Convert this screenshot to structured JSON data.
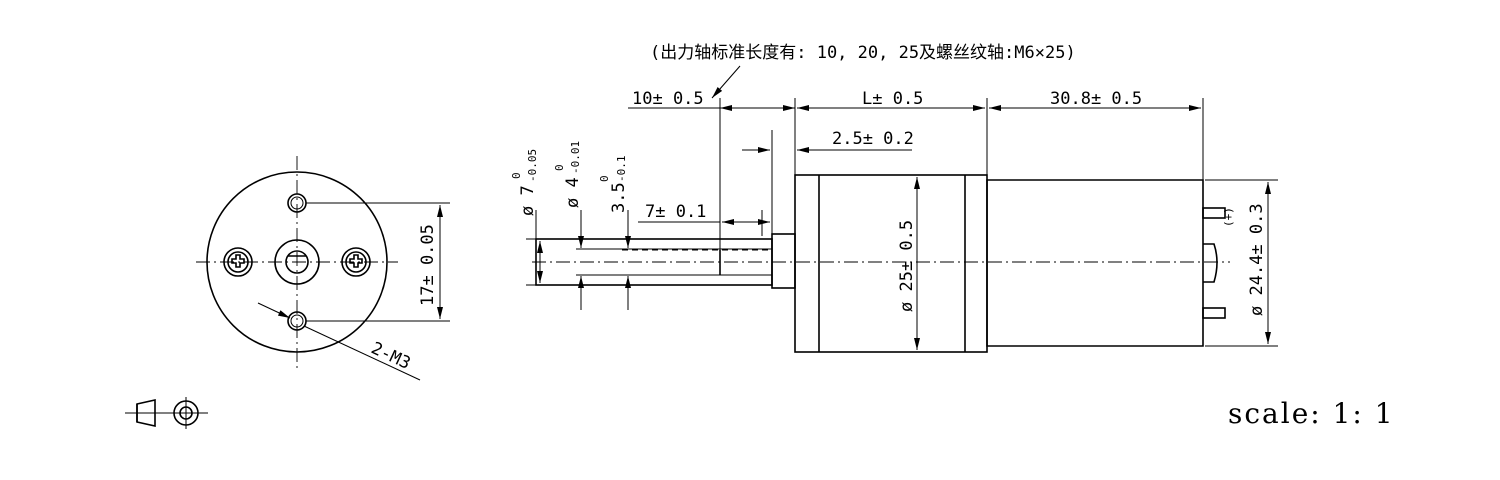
{
  "note": "(出力轴标准长度有: 10, 20, 25及螺丝纹轴:M6×25)",
  "dims": {
    "shaft_len": "10± 0.5",
    "gearbox_len": "L± 0.5",
    "motor_len": "30.8± 0.5",
    "boss_len": "2.5± 0.2",
    "flat_len": "7± 0.1",
    "shaft_dia": "ø 7",
    "shaft_dia_tol_up": "0",
    "shaft_dia_tol_dn": "-0.05",
    "flat_dia": "ø 4",
    "flat_dia_tol_up": "0",
    "flat_dia_tol_dn": "-0.01",
    "d_cut": "3.5",
    "d_cut_tol_up": "0",
    "d_cut_tol_dn": "-0.1",
    "gearbox_dia": "ø 25± 0.5",
    "motor_dia": "ø 24.4± 0.3",
    "hole_spacing": "17± 0.05",
    "mount_thread": "2-M3",
    "terminal_mark": "(+)"
  },
  "scale_label": "scale: 1: 1"
}
